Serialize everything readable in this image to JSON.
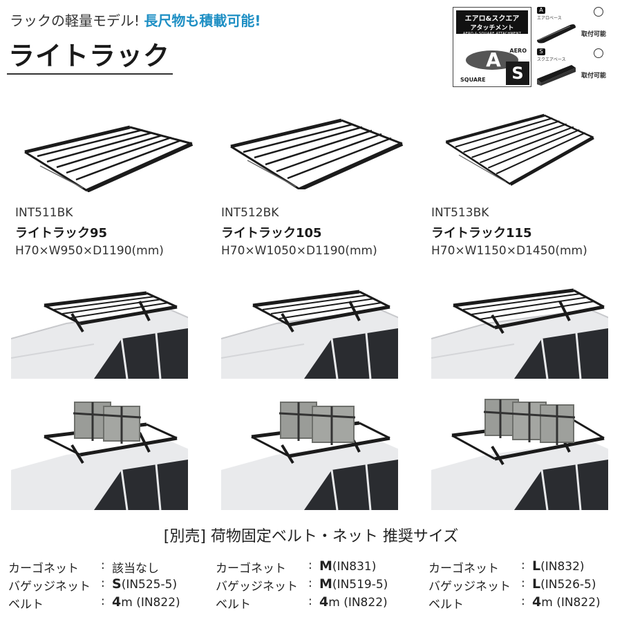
{
  "header": {
    "tagline_main": "ラックの軽量モデル!",
    "tagline_accent": "長尺物も積載可能!",
    "title": "ライトラック"
  },
  "badge": {
    "head_line1": "エアロ&スクエア",
    "head_line2": "アタッチメント",
    "head_line3": "AERO & SQUARE ATTACHMENT",
    "aero_label": "AERO",
    "square_label": "SQUARE",
    "letter_a": "A",
    "letter_s": "S",
    "rows": [
      {
        "chip": "A",
        "kind": "エアロベース",
        "status": "取付可能"
      },
      {
        "chip": "S",
        "kind": "スクエアベース",
        "status": "取付可能"
      }
    ]
  },
  "products": [
    {
      "code": "INT511BK",
      "name": "ライトラック95",
      "dims": "H70×W950×D1190(mm)"
    },
    {
      "code": "INT512BK",
      "name": "ライトラック105",
      "dims": "H70×W1050×D1190(mm)"
    },
    {
      "code": "INT513BK",
      "name": "ライトラック115",
      "dims": "H70×W1150×D1450(mm)"
    }
  ],
  "recommendation": {
    "title": "[別売] 荷物固定ベルト・ネット 推奨サイズ",
    "columns": [
      {
        "rows": [
          {
            "label": "カーゴネット",
            "size": "",
            "value": "該当なし"
          },
          {
            "label": "バゲッジネット",
            "size": "S",
            "value": "(IN525-5)"
          },
          {
            "label": "ベルト",
            "size": "4",
            "value": "m (IN822)"
          }
        ]
      },
      {
        "rows": [
          {
            "label": "カーゴネット",
            "size": "M",
            "value": "(IN831)"
          },
          {
            "label": "バゲッジネット",
            "size": "M",
            "value": "(IN519-5)"
          },
          {
            "label": "ベルト",
            "size": "4",
            "value": "m (IN822)"
          }
        ]
      },
      {
        "rows": [
          {
            "label": "カーゴネット",
            "size": "L",
            "value": "(IN832)"
          },
          {
            "label": "バゲッジネット",
            "size": "L",
            "value": "(IN526-5)"
          },
          {
            "label": "ベルト",
            "size": "4",
            "value": "m (IN822)"
          }
        ]
      }
    ]
  },
  "colors": {
    "accent": "#1e8fc4",
    "rack": "#1b1b1b",
    "car": "#e9eaec"
  }
}
